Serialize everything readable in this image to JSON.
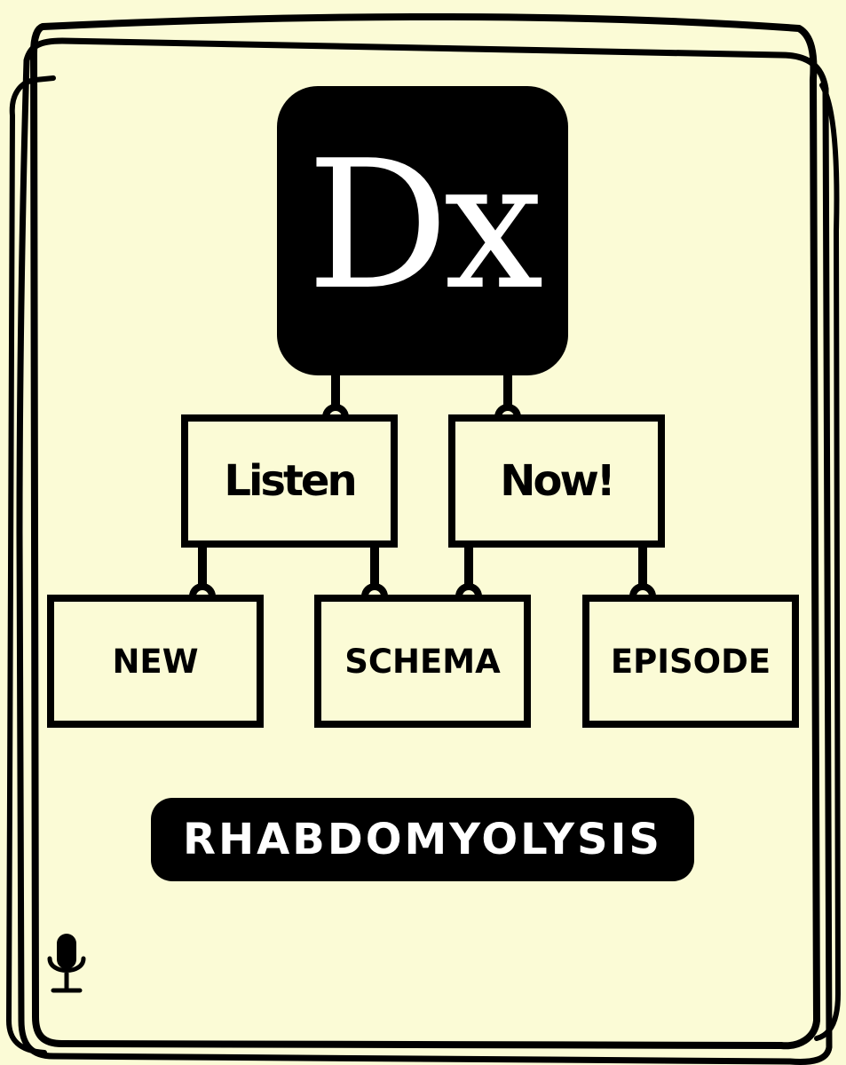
{
  "logo": {
    "text": "Dx"
  },
  "top_nodes": [
    {
      "label": "Listen"
    },
    {
      "label": "Now!"
    }
  ],
  "bottom_nodes": [
    {
      "label": "NEW"
    },
    {
      "label": "SCHEMA"
    },
    {
      "label": "EPISODE"
    }
  ],
  "banner": {
    "text": "RHABDOMYOLYSIS"
  },
  "icons": {
    "corner": "microphone-icon"
  },
  "colors": {
    "background": "#fbfbd6",
    "ink": "#000000",
    "inverse_text": "#ffffff"
  }
}
